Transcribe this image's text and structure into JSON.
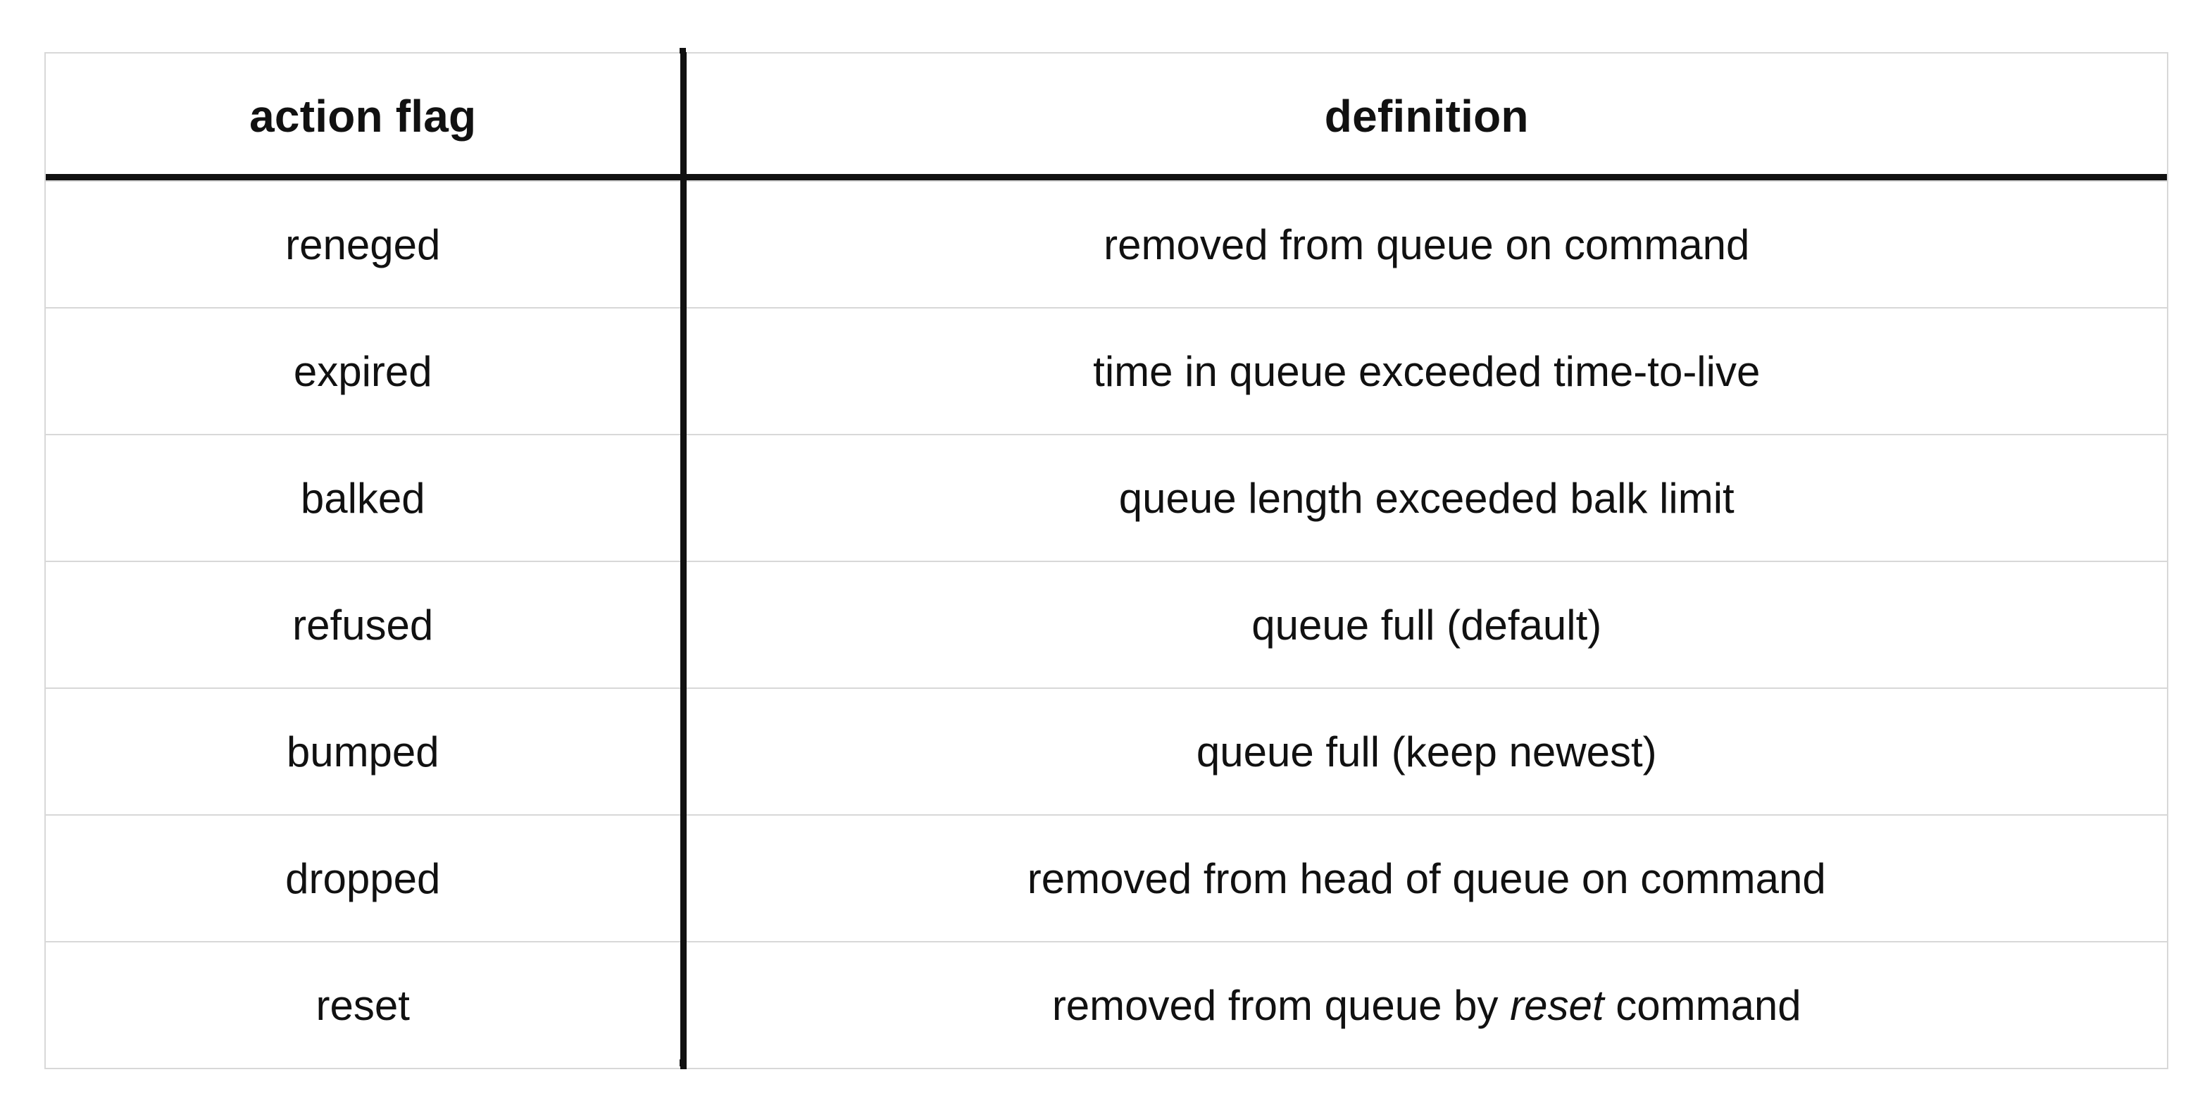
{
  "table": {
    "columns": [
      {
        "key": "action_flag",
        "header": "action flag"
      },
      {
        "key": "definition",
        "header": "definition"
      }
    ],
    "rows": [
      {
        "action_flag": "reneged",
        "definition": "removed from queue on command",
        "definition_parts": [
          {
            "text": "removed from queue on command",
            "style": "normal"
          }
        ]
      },
      {
        "action_flag": "expired",
        "definition": "time in queue exceeded time-to-live",
        "definition_parts": [
          {
            "text": "time in queue exceeded time-to-live",
            "style": "normal"
          }
        ]
      },
      {
        "action_flag": "balked",
        "definition": "queue length exceeded balk limit",
        "definition_parts": [
          {
            "text": "queue length exceeded balk limit",
            "style": "normal"
          }
        ]
      },
      {
        "action_flag": "refused",
        "definition": "queue full (default)",
        "definition_parts": [
          {
            "text": "queue full (default)",
            "style": "normal"
          }
        ]
      },
      {
        "action_flag": "bumped",
        "definition": "queue full (keep newest)",
        "definition_parts": [
          {
            "text": "queue full (keep newest)",
            "style": "normal"
          }
        ]
      },
      {
        "action_flag": "dropped",
        "definition": "removed from head of queue on command",
        "definition_parts": [
          {
            "text": "removed from head of queue on command",
            "style": "normal"
          }
        ]
      },
      {
        "action_flag": "reset",
        "definition": "removed from queue by reset command",
        "definition_parts": [
          {
            "text": "removed from queue by ",
            "style": "normal"
          },
          {
            "text": "reset",
            "style": "italic"
          },
          {
            "text": " command",
            "style": "normal"
          }
        ]
      }
    ]
  },
  "colors": {
    "text": "#111111",
    "cell_border": "#d8d8d8",
    "rule": "#111111",
    "background": "#ffffff"
  }
}
